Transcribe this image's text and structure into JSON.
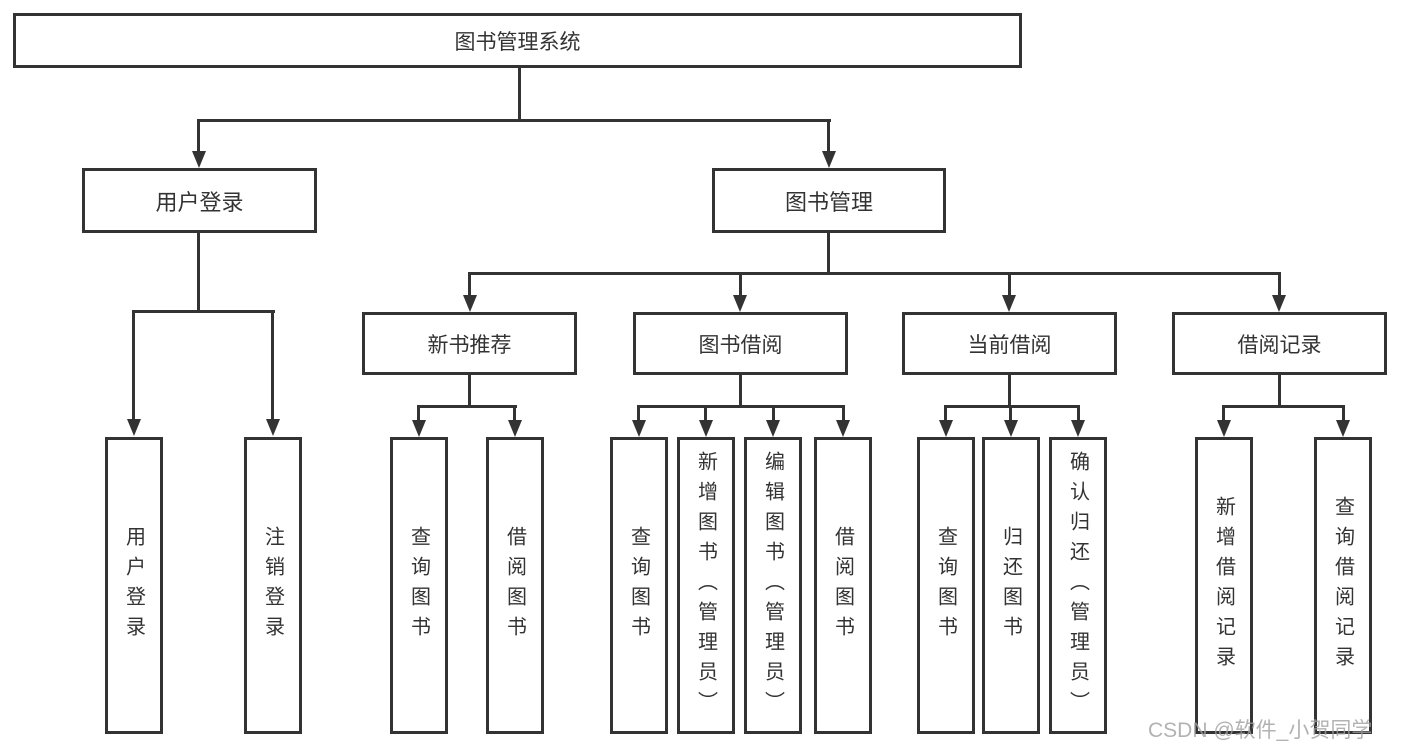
{
  "diagram": {
    "root": {
      "label": "图书管理系统"
    },
    "branches": {
      "login": {
        "label": "用户登录",
        "leaves": [
          "用户登录",
          "注销登录"
        ]
      },
      "management": {
        "label": "图书管理",
        "groups": [
          {
            "label": "新书推荐",
            "leaves": [
              "查询图书",
              "借阅图书"
            ]
          },
          {
            "label": "图书借阅",
            "leaves": [
              "查询图书",
              "新增图书（管理员）",
              "编辑图书（管理员）",
              "借阅图书"
            ]
          },
          {
            "label": "当前借阅",
            "leaves": [
              "查询图书",
              "归还图书",
              "确认归还（管理员）"
            ]
          },
          {
            "label": "借阅记录",
            "leaves": [
              "新增借阅记录",
              "查询借阅记录"
            ]
          }
        ]
      }
    },
    "watermark": "CSDN @软件_小贺同学"
  },
  "colors": {
    "line": "#333333",
    "text": "#333333",
    "bg": "#ffffff",
    "box_bg": "#ffffff",
    "watermark": "#a0a0a0"
  }
}
